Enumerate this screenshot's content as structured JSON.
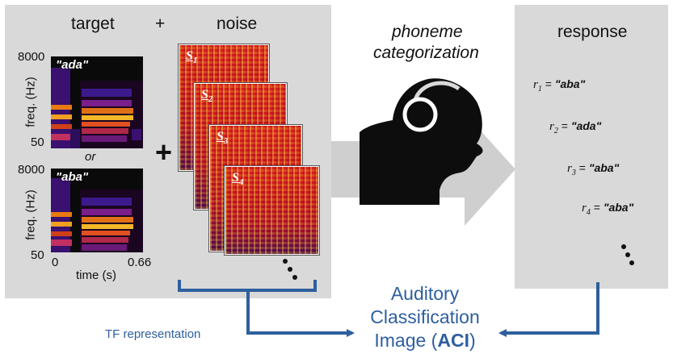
{
  "titles": {
    "target": "target",
    "plus": "+",
    "noise": "noise",
    "task_line1": "phoneme",
    "task_line2": "categorization",
    "response": "response"
  },
  "spectrograms": [
    {
      "label": "\"ada\"",
      "y_top": "8000",
      "y_bottom": "50",
      "ylabel": "freq. (Hz)"
    },
    {
      "label": "\"aba\"",
      "y_top": "8000",
      "y_bottom": "50",
      "ylabel": "freq. (Hz)"
    }
  ],
  "or_text": "or",
  "big_plus": "+",
  "x_axis": {
    "start": "0",
    "end": "0.66",
    "label": "time (s)"
  },
  "noise_samples": [
    {
      "symbol": "S",
      "index": "1"
    },
    {
      "symbol": "S",
      "index": "2"
    },
    {
      "symbol": "S",
      "index": "3"
    },
    {
      "symbol": "S",
      "index": "4"
    }
  ],
  "responses": [
    {
      "symbol": "r",
      "index": "1",
      "value": "\"aba\""
    },
    {
      "symbol": "r",
      "index": "2",
      "value": "\"ada\""
    },
    {
      "symbol": "r",
      "index": "3",
      "value": "\"aba\""
    },
    {
      "symbol": "r",
      "index": "4",
      "value": "\"aba\""
    }
  ],
  "tf_label": "TF representation",
  "aci": {
    "line1": "Auditory",
    "line2": "Classification",
    "line3_pre": "Image (",
    "line3_bold": "ACI",
    "line3_post": ")"
  },
  "colors": {
    "panel": "#d9d9d9",
    "accent": "#2e5f9e",
    "arrow": "#cfcfcf"
  }
}
